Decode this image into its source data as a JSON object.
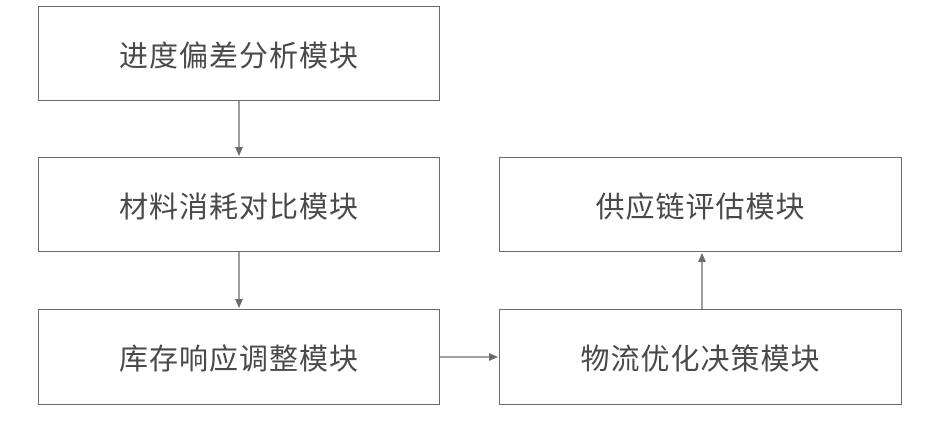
{
  "nodes": {
    "progress_deviation": "进度偏差分析模块",
    "material_consumption": "材料消耗对比模块",
    "inventory_response": "库存响应调整模块",
    "logistics_optimization": "物流优化决策模块",
    "supply_chain_evaluation": "供应链评估模块"
  },
  "edges": [
    {
      "from": "progress_deviation",
      "to": "material_consumption"
    },
    {
      "from": "material_consumption",
      "to": "inventory_response"
    },
    {
      "from": "inventory_response",
      "to": "logistics_optimization"
    },
    {
      "from": "logistics_optimization",
      "to": "supply_chain_evaluation"
    }
  ],
  "colors": {
    "border": "#6a6a6a",
    "text": "#4a4a4a",
    "arrow": "#6a6a6a"
  }
}
